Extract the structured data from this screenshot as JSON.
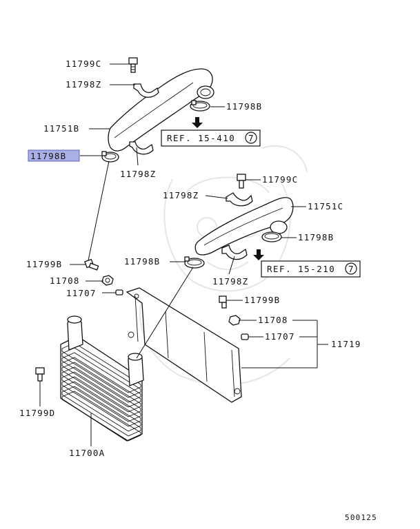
{
  "diagram_code": "500125",
  "highlight_color": "#aab0e6",
  "labels": {
    "p11799c_top": "11799C",
    "p11798z_top": "11798Z",
    "p11798b_upper_right": "11798B",
    "p11751b": "11751B",
    "p11798b_highlight": "11798B",
    "p11798z_mid": "11798Z",
    "p11799c_right": "11799C",
    "p11798z_right": "11798Z",
    "p11751c": "11751C",
    "p11798b_right": "11798B",
    "p11798b_mid": "11798B",
    "p11798z_lower": "11798Z",
    "p11799b_left": "11799B",
    "p11708_left": "11708",
    "p11707_left": "11707",
    "p11799b_right": "11799B",
    "p11708_right": "11708",
    "p11707_right": "11707",
    "p11719": "11719",
    "p11799d": "11799D",
    "p11700a": "11700A"
  },
  "refs": {
    "ref_upper": {
      "text": "REF. 15-410",
      "num": "7"
    },
    "ref_lower": {
      "text": "REF. 15-210",
      "num": "7"
    }
  }
}
